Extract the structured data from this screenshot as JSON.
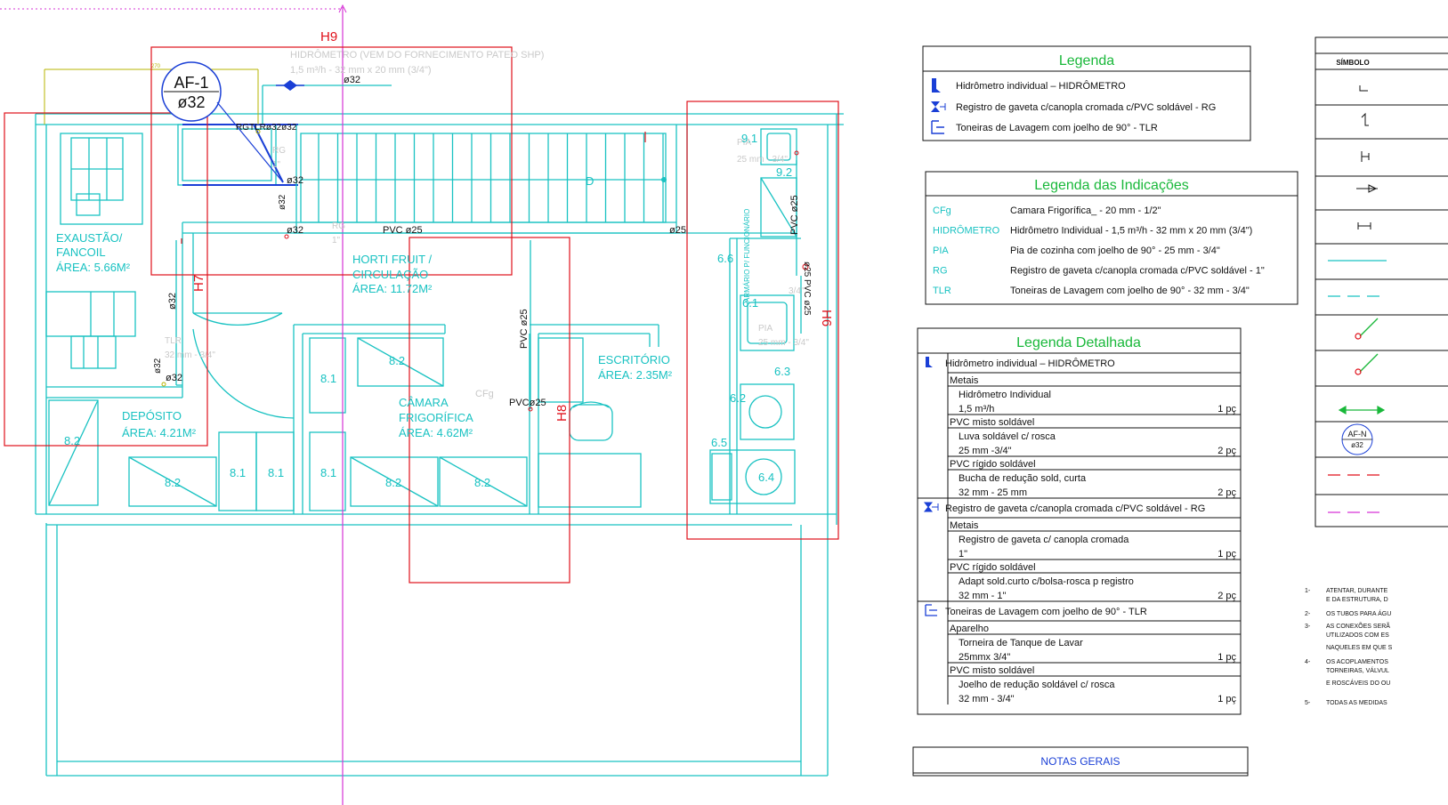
{
  "plan": {
    "zones": {
      "h9": "H9",
      "h7": "H7",
      "h8": "H8",
      "h6": "H6"
    },
    "tag": {
      "name": "AF-1",
      "dia": "ø32"
    },
    "meter_note": {
      "line1": "HIDRÔMETRO (VEM DO FORNECIMENTO PATEO SHP)",
      "line2": "1,5 m³/h - 32 mm x 20 mm (3/4\")"
    },
    "pipe_labels": {
      "top_d32": "ø32",
      "cluster": "RGTLRø32ø32",
      "d32_a": "ø32",
      "d32_b": "ø32",
      "d32_c": "ø32",
      "pvc_d25_h": "PVC  ø25",
      "d25_right": "ø25",
      "d32_left1": "ø32",
      "d32_left2": "ø32",
      "d32_left3": "ø32",
      "pvc_d25_v1": "PVC  ø25",
      "pvc_d25_v2": "PVC  ø25",
      "pvc_d25_small": "PVCø25",
      "pvc_d25_right": "PVC  ø25",
      "d25_pvc_right2": "ø25 PVC ø25",
      "d_letter": "D",
      "cfg": "CFg",
      "rg_a": "RG",
      "rg_b": "RG",
      "tlr_note1": "TLR",
      "tlr_note2": "32 mm - 3/4\"",
      "pia_note1": "PIA",
      "pia_note2": "25 mm - 3/4\"",
      "pia_small": "PIA",
      "pia_small2": "25 mm - 3/4\"",
      "one_a": "1\"",
      "one_b": "1\"",
      "one_c": "3/4\"",
      "armario": "ARMÁRIO P/ FUNCIONÁRIO",
      "dim_top": "270"
    },
    "rooms": [
      {
        "id": "exaustao",
        "name1": "EXAUSTÃO/",
        "name2": "FANCOIL",
        "area": "ÁREA: 5.66M²"
      },
      {
        "id": "horti",
        "name1": "HORTI FRUIT /",
        "name2": "CIRCULAÇÃO",
        "area": "ÁREA: 11.72M²"
      },
      {
        "id": "deposito",
        "name1": "DEPÓSITO",
        "name2": "",
        "area": "ÁREA: 4.21M²"
      },
      {
        "id": "camara",
        "name1": "CÂMARA",
        "name2": "FRIGORÍFICA",
        "area": "ÁREA: 4.62M²"
      },
      {
        "id": "escritorio",
        "name1": "ESCRITÓRIO",
        "name2": "",
        "area": "ÁREA: 2.35M²"
      }
    ],
    "fixtures": {
      "f91": "9.1",
      "f92": "9.2",
      "f66": "6.6",
      "f61": "6.1",
      "f63": "6.3",
      "f62": "6.2",
      "f65": "6.5",
      "f64": "6.4",
      "f82a": "8.2",
      "f81a": "8.1",
      "f82b": "8.2",
      "f82c": "8.2",
      "f81b": "8.1",
      "f81c": "8.1",
      "f81d": "8.1",
      "f82d": "8.2",
      "f82e": "8.2"
    }
  },
  "legend": {
    "title": "Legenda",
    "items": [
      "Hidrômetro individual – HIDRÔMETRO",
      "Registro de gaveta c/canopla cromada c/PVC soldável - RG",
      "Toneiras de Lavagem  com joelho de 90° - TLR"
    ]
  },
  "indications": {
    "title": "Legenda das Indicações",
    "rows": [
      {
        "code": "CFg",
        "desc": "Camara Frigorífica_ - 20 mm - 1/2\""
      },
      {
        "code": "HIDRÔMETRO",
        "desc": "Hidrômetro Individual - 1,5 m³/h - 32 mm x 20 mm (3/4\")"
      },
      {
        "code": "PIA",
        "desc": "Pia de cozinha com joelho de 90° - 25 mm - 3/4\""
      },
      {
        "code": "RG",
        "desc": "Registro de gaveta c/canopla cromada c/PVC soldável - 1\""
      },
      {
        "code": "TLR",
        "desc": "Toneiras de Lavagem  com joelho de 90° - 32 mm - 3/4\""
      }
    ]
  },
  "detailed": {
    "title": "Legenda Detalhada",
    "groups": [
      {
        "header": "Hidrômetro individual – HIDRÔMETRO",
        "sections": [
          {
            "cat": "Metais",
            "items": [
              {
                "l1": "Hidrômetro Individual",
                "l2": "1,5 m³/h",
                "qty": "1 pç"
              }
            ]
          },
          {
            "cat": "PVC misto soldável",
            "items": [
              {
                "l1": "Luva soldável c/ rosca",
                "l2": "25 mm -3/4\"",
                "qty": "2 pç"
              }
            ]
          },
          {
            "cat": "PVC rígido soldável",
            "items": [
              {
                "l1": "Bucha de redução sold, curta",
                "l2": "32 mm - 25 mm",
                "qty": "2 pç"
              }
            ]
          }
        ]
      },
      {
        "header": "Registro de gaveta c/canopla cromada c/PVC soldável - RG",
        "sections": [
          {
            "cat": "Metais",
            "items": [
              {
                "l1": "Registro de gaveta c/ canopla cromada",
                "l2": "1\"",
                "qty": "1 pç"
              }
            ]
          },
          {
            "cat": "PVC rígido soldável",
            "items": [
              {
                "l1": "Adapt sold.curto c/bolsa-rosca p registro",
                "l2": "32 mm - 1\"",
                "qty": "2 pç"
              }
            ]
          }
        ]
      },
      {
        "header": "Toneiras de Lavagem  com joelho de 90° - TLR",
        "sections": [
          {
            "cat": "Aparelho",
            "items": [
              {
                "l1": "Torneira de Tanque de Lavar",
                "l2": "25mmx 3/4\"",
                "qty": "1 pç"
              }
            ]
          },
          {
            "cat": "PVC misto soldável",
            "items": [
              {
                "l1": "Joelho de redução soldável c/ rosca",
                "l2": "32 mm - 3/4\"",
                "qty": "1 pç"
              }
            ]
          }
        ]
      }
    ]
  },
  "notes_title": "NOTAS GERAIS",
  "symbols": {
    "header": "SÍMBOLO",
    "tag": "AF-N",
    "tag_dia": "ø32"
  },
  "notes": [
    {
      "n": "1-",
      "l1": "ATENTAR, DURANTE",
      "l2": "E DA ESTRUTURA, D"
    },
    {
      "n": "2-",
      "l1": "OS TUBOS PARA ÁGU",
      "l2": ""
    },
    {
      "n": "3-",
      "l1": "AS CONEXÕES SERÃ",
      "l2": "UTILIZADOS COM ES",
      "l3": "NAQUELES EM QUE S"
    },
    {
      "n": "4-",
      "l1": "OS ACOPLAMENTOS",
      "l2": "TORNEIRAS, VÁLVUL",
      "l3": "E ROSCÁVEIS DO OU"
    },
    {
      "n": "5-",
      "l1": "TODAS AS MEDIDAS",
      "l2": ""
    }
  ],
  "colors": {
    "walls": "#19c2c2",
    "zones": "#e0101a",
    "axis": "#d633d6",
    "legend_title": "#19b83a",
    "notes_title": "#1a3fd6"
  }
}
